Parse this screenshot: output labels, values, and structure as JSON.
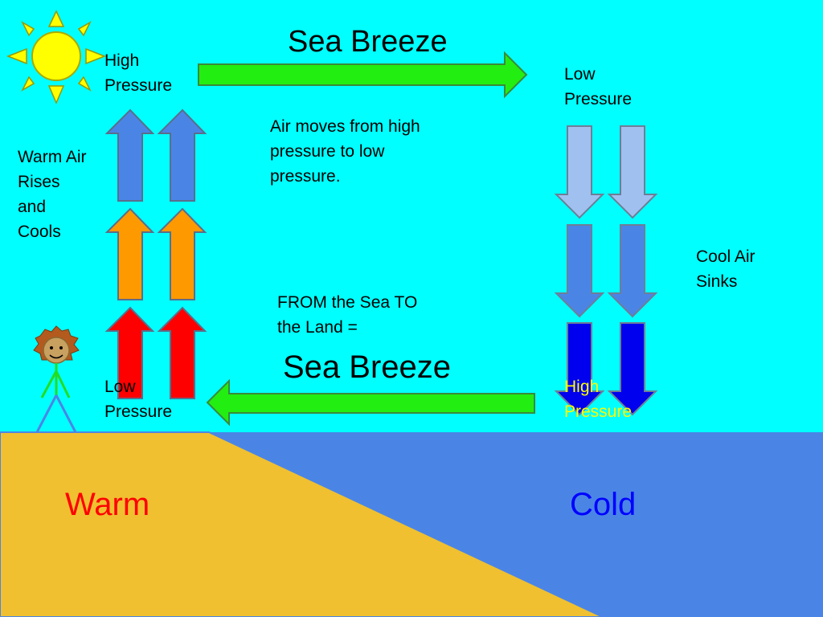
{
  "title": "Sea Breeze",
  "labels": {
    "high_pressure_top": "High\nPressure",
    "low_pressure_top": "Low\nPressure",
    "explanation": "Air moves from high\npressure to low\npressure.",
    "warm_air": "Warm Air\nRises\nand\nCools",
    "cool_air": "Cool Air\nSinks",
    "from_sea": "FROM the Sea TO\nthe Land =",
    "sea_breeze_bottom": "Sea Breeze",
    "low_pressure_bottom": "Low\nPressure",
    "high_pressure_bottom": "High\nPressure",
    "warm": "Warm",
    "cold": "Cold"
  },
  "colors": {
    "sky": "#00FFFF",
    "sun": "#FFFF00",
    "sand": "#F0C030",
    "water": "#4A85E6",
    "wind_arrow": "#22EE11",
    "rising_top": "#4A85E6",
    "rising_middle": "#FF9900",
    "rising_bottom": "#FF0000",
    "sinking_top": "#A0C0F0",
    "sinking_middle": "#4A85E6",
    "sinking_bottom": "#0000EE",
    "warm_text": "#FF0000",
    "cold_text": "#0000FF",
    "high_pressure_bottom_text": "#FFFF00"
  },
  "icons": [
    "sun-icon",
    "stick-figure-icon"
  ]
}
